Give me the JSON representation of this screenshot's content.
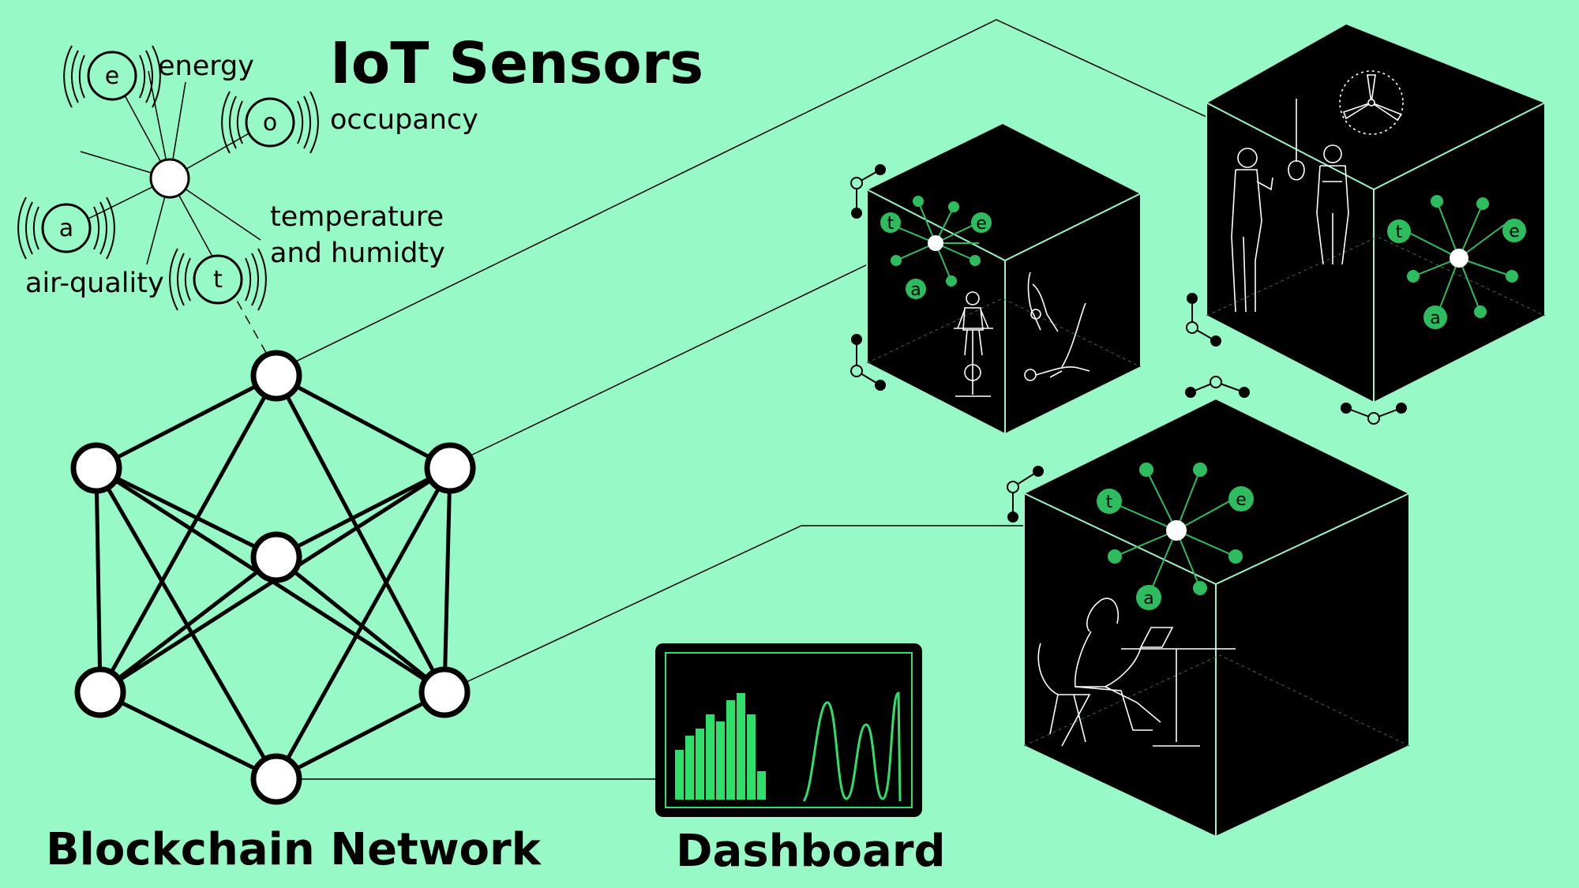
{
  "title": "IoT Sensors",
  "sensors": {
    "energy": {
      "letter": "e",
      "label": "energy"
    },
    "occupancy": {
      "letter": "o",
      "label": "occupancy"
    },
    "temperature": {
      "letter": "t",
      "label_line1": "temperature",
      "label_line2": "and humidty"
    },
    "air_quality": {
      "letter": "a",
      "label": "air-quality"
    }
  },
  "network_label": "Blockchain Network",
  "dashboard_label": "Dashboard",
  "dashboard_chart": {
    "type": "bar",
    "values": [
      3.5,
      4.5,
      5,
      6,
      5.5,
      7,
      7.5,
      6,
      2
    ]
  },
  "colors": {
    "background": "#96f9c6",
    "sensor_green": "#2ebd5e",
    "chart_green": "#2ee06a",
    "cube": "#000000",
    "edge": "#9bf5c8"
  },
  "icons": {
    "fan": "fan-icon",
    "lamp": "lamp-icon",
    "people": "person-icon",
    "laptop": "laptop-icon"
  }
}
